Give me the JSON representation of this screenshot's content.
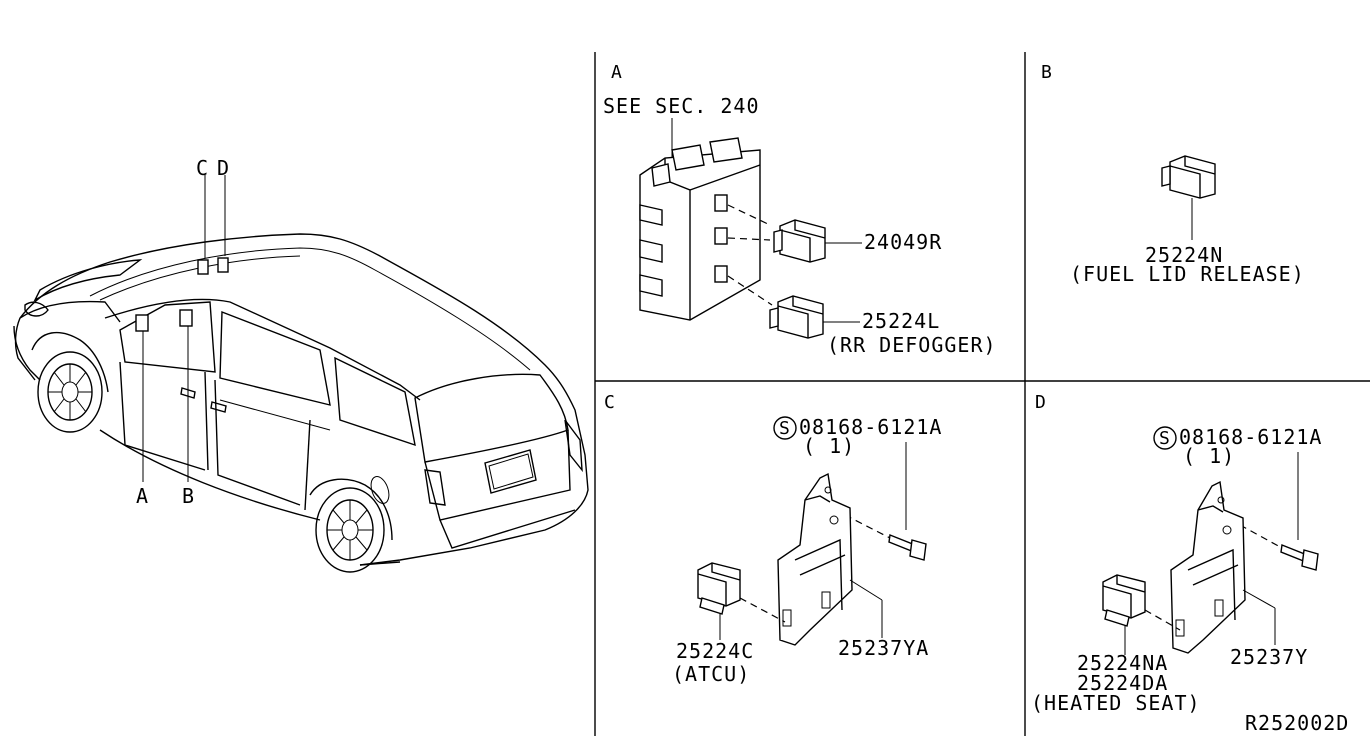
{
  "markers": {
    "a": "A",
    "b": "B",
    "c": "C",
    "d": "D"
  },
  "panel_a": {
    "letter": "A",
    "see_sec": "SEE SEC. 240",
    "part_1": "24049R",
    "part_2": "25224L",
    "part_2_note": "(RR DEFOGGER)"
  },
  "panel_b": {
    "letter": "B",
    "part": "25224N",
    "note": "(FUEL LID RELEASE)"
  },
  "panel_c": {
    "letter": "C",
    "bolt_symbol": "S",
    "bolt": "08168-6121A",
    "bolt_qty": "( 1)",
    "relay": "25224C",
    "relay_note": "(ATCU)",
    "bracket": "25237YA"
  },
  "panel_d": {
    "letter": "D",
    "bolt_symbol": "S",
    "bolt": "08168-6121A",
    "bolt_qty": "( 1)",
    "relay_1": "25224NA",
    "relay_2": "25224DA",
    "relay_note": "(HEATED SEAT)",
    "bracket": "25237Y"
  },
  "figure_code": "R252002D"
}
